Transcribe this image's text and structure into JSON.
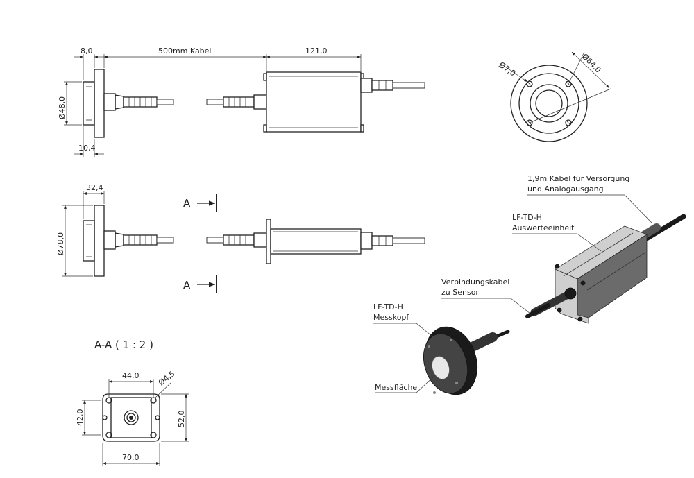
{
  "top_view": {
    "dim_flange_thickness": "8,0",
    "dim_cable_length": "500mm Kabel",
    "dim_unit_length": "121,0",
    "dim_diameter": "Ø48,0",
    "dim_offset": "10,4"
  },
  "front_view": {
    "dim_holes": "Ø7,0",
    "dim_bolt_circle": "Ø64,0"
  },
  "middle_view": {
    "dim_length": "32,4",
    "dim_diameter": "Ø78,0",
    "section_marker_top": "A",
    "section_marker_bottom": "A"
  },
  "section_view": {
    "title": "A-A ( 1 : 2 )",
    "dim_hole_spacing": "44,0",
    "dim_hole_diameter": "Ø4,5",
    "dim_left_height": "42,0",
    "dim_right_height": "52,0",
    "dim_width": "70,0"
  },
  "iso_view": {
    "label_cable_line1": "1,9m Kabel für Versorgung",
    "label_cable_line2": "und Analogausgang",
    "label_unit_line1": "LF-TD-H",
    "label_unit_line2": "Auswerteeinheit",
    "label_conn_line1": "Verbindungskabel",
    "label_conn_line2": "zu Sensor",
    "label_head_line1": "LF-TD-H",
    "label_head_line2": "Messkopf",
    "label_face": "Messfläche"
  }
}
